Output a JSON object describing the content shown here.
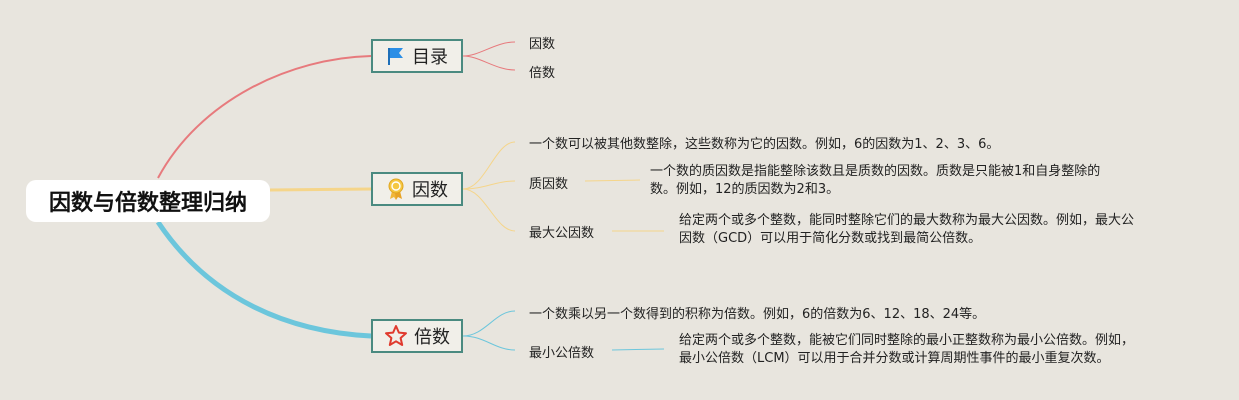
{
  "root": {
    "title": "因数与倍数整理归纳"
  },
  "branches": {
    "catalog": {
      "label": "目录",
      "icon": "flag-icon",
      "items": [
        "因数",
        "倍数"
      ]
    },
    "factor": {
      "label": "因数",
      "icon": "medal-icon",
      "definition": "一个数可以被其他数整除，这些数称为它的因数。例如，6的因数为1、2、3、6。",
      "prime_factor": {
        "label": "质因数",
        "text_line1": "一个数的质因数是指能整除该数且是质数的因数。质数是只能被1和自身整除的",
        "text_line2": "数。例如，12的质因数为2和3。"
      },
      "gcd": {
        "label": "最大公因数",
        "text_line1": "给定两个或多个整数，能同时整除它们的最大数称为最大公因数。例如，最大公",
        "text_line2": "因数（GCD）可以用于简化分数或找到最简公倍数。"
      }
    },
    "multiple": {
      "label": "倍数",
      "icon": "star-icon",
      "definition": "一个数乘以另一个数得到的积称为倍数。例如，6的倍数为6、12、18、24等。",
      "lcm": {
        "label": "最小公倍数",
        "text_line1": "给定两个或多个整数，能被它们同时整除的最小正整数称为最小公倍数。例如，",
        "text_line2": "最小公倍数（LCM）可以用于合并分数或计算周期性事件的最小重复次数。"
      }
    }
  },
  "colors": {
    "background": "#e8e5de",
    "catalog_line": "#e77a7d",
    "factor_line": "#f5d58a",
    "multiple_line": "#6cc6dc",
    "branch_border": "#4a8a80"
  }
}
